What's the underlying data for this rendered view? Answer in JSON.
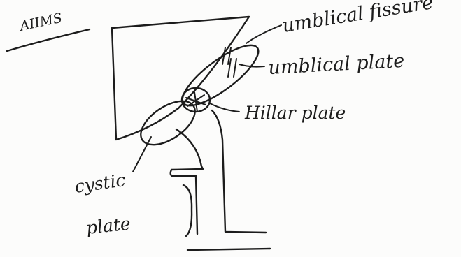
{
  "source_tag": "AIIMS",
  "labels": {
    "umbilical_fissure": "umblical fissure",
    "umbilical_plate": "umblical plate",
    "hilar_plate": "Hillar plate",
    "cystic_plate_line1": "cystic",
    "cystic_plate_line2": "plate"
  },
  "ink_color": "#1c1c1c"
}
